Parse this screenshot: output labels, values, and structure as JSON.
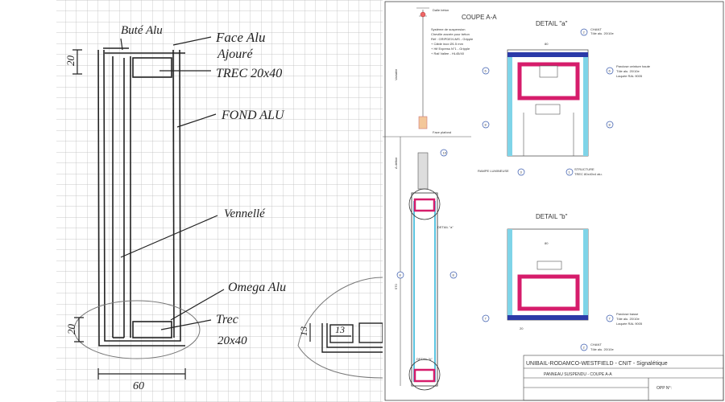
{
  "sketch": {
    "labels": {
      "bute_alu": "Buté Alu",
      "face_alu": "Face Alu",
      "ajoure": "Ajouré",
      "trec_top": "TREC 20x40",
      "fond_alu": "FOND ALU",
      "vennelle": "Vennellé",
      "omega_alu": "Omega Alu",
      "trec_bottom": "Trec",
      "trec_bottom_dim": "20x40"
    },
    "dims": {
      "top_height": "20",
      "bottom_height": "20",
      "width": "60",
      "detail_width": "13",
      "detail_height": "13"
    }
  },
  "cad": {
    "coupe_title": "COUPE A-A",
    "detail_a_title": "DETAIL \"a\"",
    "detail_b_title": "DETAIL \"b\"",
    "dalle_beton": "Dalle béton",
    "face_platond": "Face plafond",
    "variable": "Variable",
    "a_definir": "A définir",
    "height_dim": "570",
    "suspension": {
      "line1": "Système de suspension",
      "line2": "Cheville ancrée pour béton",
      "line3": "Réf : GRIPDEXLMS - Gripple",
      "line4": "+ Câble inox Ø1.5 mm",
      "line5": "+ Hif Express N°1 - Gripple",
      "line6": "+ Rail Vallee - HL45/40"
    },
    "detail_a_label": "DETAIL \"a\"",
    "detail_b_label": "DETAIL \"b\"",
    "dim_80": "80",
    "dim_20": "20",
    "dim_4": "4",
    "callouts": {
      "n1": "1",
      "n2": "2",
      "n3": "3",
      "n4": "4",
      "n5": "5",
      "n6": "6",
      "n7": "7",
      "n8": "8",
      "n9": "9",
      "n10": "10"
    },
    "chant_title": "CHANT",
    "chant_sub": "Tôle alu. 20/10e",
    "parclose_haute": "Parclose ceinture haute",
    "parclose_haute_2": "Tôle alu. 20/10e",
    "parclose_haute_3": "Laquée RAL 9005",
    "rampe": "RAMPE LUMINEUSE",
    "structure": "STRUCTURE",
    "structure_2": "TREC 80x40x4 alu.",
    "parclose_basse": "Parclose basse",
    "parclose_basse_2": "Tôle alu. 20/10e",
    "parclose_basse_3": "Laquée RAL 9005",
    "chant2_title": "CHANT",
    "chant2_sub": "Tôle alu. 20/10e",
    "title_block": {
      "company": "UNIBAIL-RODAMCO-WESTFIELD - CNIT - Signalétique",
      "project": "PANNEAU SUSPENDU - COUPE A-A",
      "opp": "OPP N°:"
    }
  }
}
